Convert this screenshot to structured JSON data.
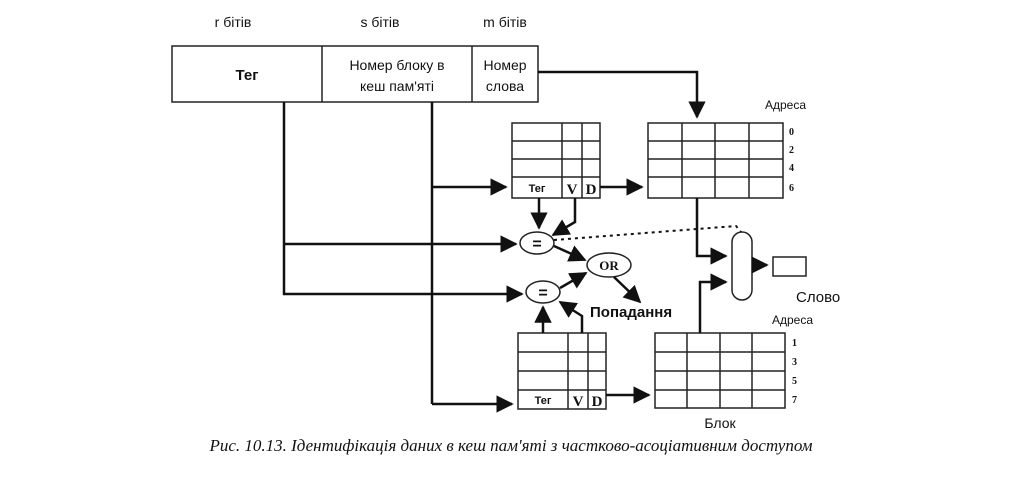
{
  "address_fields": {
    "tag": {
      "width_label": "r бітів",
      "name": "Тег"
    },
    "block": {
      "width_label": "s бітів",
      "name_line1": "Номер блоку в",
      "name_line2": "кеш пам'яті"
    },
    "word": {
      "width_label": "m бітів",
      "name_line1": "Номер",
      "name_line2": "слова"
    }
  },
  "way_top": {
    "addresses_label": "Адреса",
    "addresses": [
      "0",
      "2",
      "4",
      "6"
    ],
    "tag_label": "Тег",
    "v_label": "V",
    "d_label": "D"
  },
  "way_bottom": {
    "addresses_label": "Адреса",
    "addresses": [
      "1",
      "3",
      "5",
      "7"
    ],
    "tag_label": "Тег",
    "v_label": "V",
    "d_label": "D"
  },
  "comparators": {
    "top": "=",
    "bottom": "="
  },
  "or_gate": "OR",
  "hit_label": "Попадання",
  "word_label": "Слово",
  "block_label": "Блок",
  "caption": "Рис. 10.13. Ідентифікація даних в кеш пам'яті з частково-асоціативним доступом"
}
